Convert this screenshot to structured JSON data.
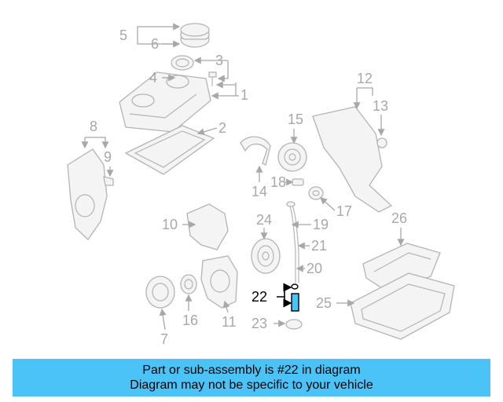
{
  "diagram": {
    "labels": [
      "5",
      "6",
      "3",
      "4",
      "1",
      "2",
      "8",
      "9",
      "12",
      "13",
      "15",
      "14",
      "18",
      "17",
      "10",
      "24",
      "19",
      "21",
      "20",
      "22",
      "23",
      "26",
      "25",
      "16",
      "11",
      "7"
    ],
    "highlighted_label": "22",
    "colors": {
      "part_stroke": "#b4b4b4",
      "label_gray": "#a8a8a8",
      "highlight": "#000000",
      "banner": "#4cc3f7"
    }
  },
  "banner": {
    "line1": "Part or sub-assembly is #22 in diagram",
    "line2": "Diagram may not be specific to your vehicle"
  }
}
